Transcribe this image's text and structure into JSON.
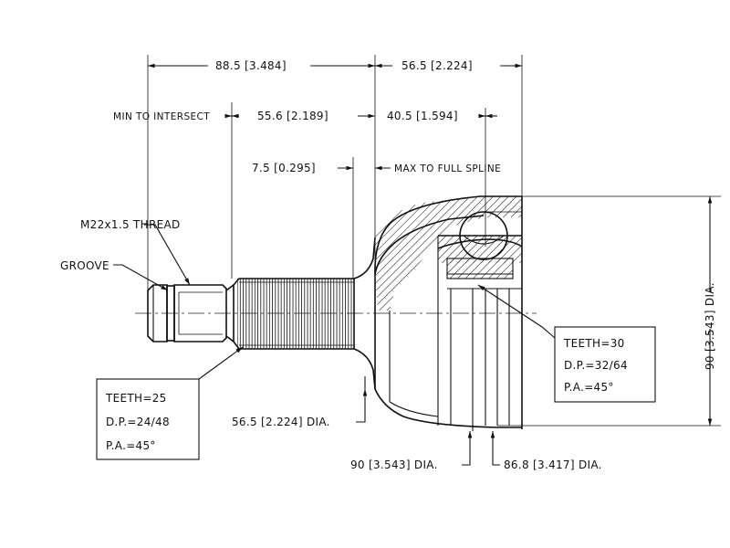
{
  "dimensions": {
    "overall_left": "88.5 [3.484]",
    "overall_right": "56.5 [2.224]",
    "min_intersect_label": "MIN TO INTERSECT",
    "min_intersect_value": "55.6 [2.189]",
    "spline_right_value": "40.5 [1.594]",
    "max_spline_value": "7.5 [0.295]",
    "max_spline_label": "MAX TO FULL SPLINE",
    "outer_dia": "90 [3.543] DIA.",
    "shaft_dia": "56.5 [2.224] DIA.",
    "body_dia": "90 [3.543] DIA.",
    "inner_dia": "86.8 [3.417] DIA."
  },
  "labels": {
    "thread": "M22x1.5 THREAD",
    "groove": "GROOVE"
  },
  "spec_left": {
    "teeth": "TEETH=25",
    "dp": "D.P.=24/48",
    "pa": "P.A.=45°"
  },
  "spec_right": {
    "teeth": "TEETH=30",
    "dp": "D.P.=32/64",
    "pa": "P.A.=45°"
  }
}
